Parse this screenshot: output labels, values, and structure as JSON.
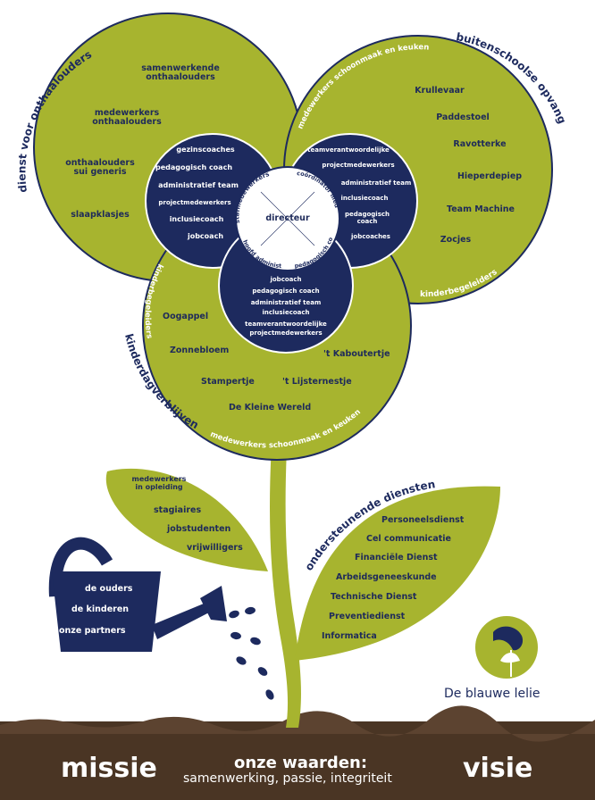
{
  "colors": {
    "leaf_green": "#a7b42f",
    "navy": "#1d2a5e",
    "soil": "#4a3524",
    "white": "#ffffff"
  },
  "petals": {
    "left_arc_title": "dienst voor onthaalouders",
    "left_items": [
      "samenwerkende\nonthaalouders",
      "medewerkers\nonthaalouders",
      "onthaalouders\nsui generis",
      "slaapklasjes"
    ],
    "right_arc_title": "buitenschoolse opvang",
    "right_top_arc": "medewerkers schoonmaak en keuken",
    "right_items": [
      "Krullevaar",
      "Paddestoel",
      "Ravotterke",
      "Hieperdepiep",
      "Team Machine",
      "Zocjes"
    ],
    "right_bottom_arc": "kinderbegeleiders",
    "bottom_arc_title": "kinderdagverblijven",
    "bottom_left_arc": "kinderbegeleiders",
    "bottom_items": [
      "Oogappel",
      "Zonnebloem",
      "'t Kaboutertje",
      "Stampertje",
      "'t Lijsternestje",
      "De Kleine Wereld"
    ],
    "bottom_bottom_arc": "medewerkers schoonmaak en keuken"
  },
  "inner": {
    "left": [
      "gezinscoaches",
      "pedagogisch coach",
      "administratief team",
      "projectmedewerkers",
      "inclusiecoach",
      "jobcoach"
    ],
    "right": [
      "teamverantwoordelijke",
      "projectmedewerkers",
      "administratief team",
      "inclusiecoach",
      "pedagogisch\ncoach",
      "jobcoaches"
    ],
    "bottom": [
      "jobcoach",
      "pedagogisch coach",
      "administratief team",
      "inclusiecoach",
      "teamverantwoordelijke",
      "projectmedewerkers"
    ]
  },
  "center": {
    "title": "directeur",
    "stafmedewerkers": "stafmedewerkers",
    "coordinator": "coördinator\nmedewerkers",
    "hoofd": "hoofd\nadministratie",
    "pedagogisch": "pedagogisch\ncoördinator"
  },
  "left_leaf": {
    "items": [
      "medewerkers\nin opleiding",
      "stagiaires",
      "jobstudenten",
      "vrijwilligers"
    ]
  },
  "right_leaf": {
    "title": "ondersteunende diensten",
    "items": [
      "Personeelsdienst",
      "Cel communicatie",
      "Financiële Dienst",
      "Arbeidsgeneeskunde",
      "Technische Dienst",
      "Preventiedienst",
      "Informatica"
    ]
  },
  "watering_can": {
    "items": [
      "de ouders",
      "de kinderen",
      "onze partners"
    ]
  },
  "logo": {
    "name": "De blauwe lelie"
  },
  "ground": {
    "left": "missie",
    "center_title": "onze waarden:",
    "center_sub": "samenwerking, passie, integriteit",
    "right": "visie"
  }
}
